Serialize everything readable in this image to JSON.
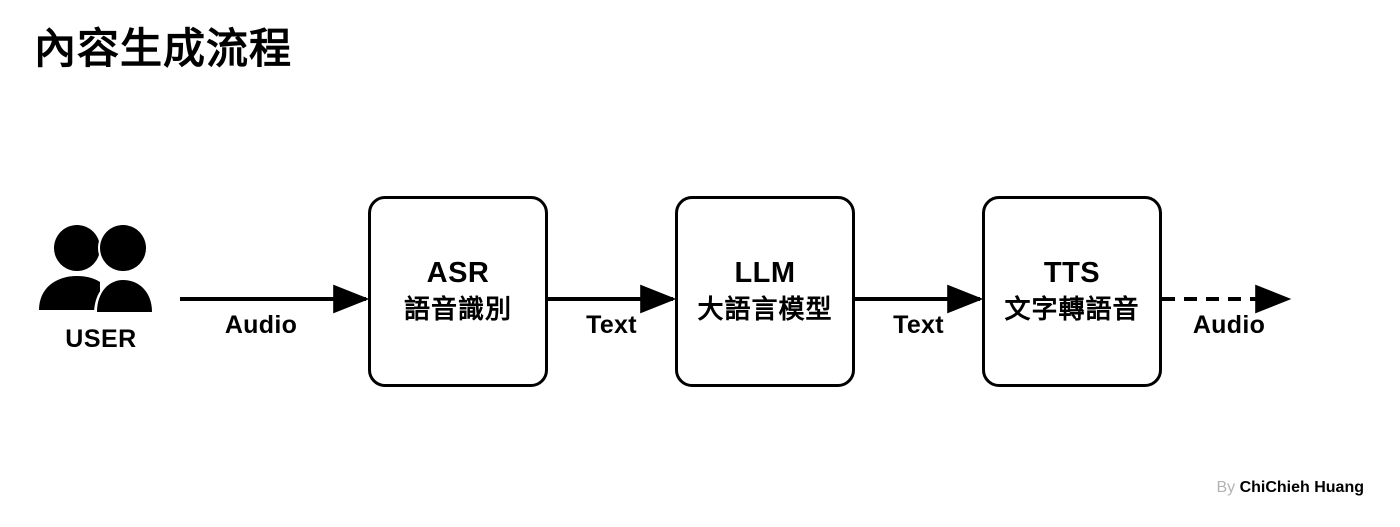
{
  "page": {
    "title": "內容生成流程",
    "background_color": "#ffffff",
    "stroke_color": "#000000"
  },
  "diagram": {
    "type": "flowchart",
    "orientation": "left-to-right",
    "source": {
      "icon": "users-icon",
      "label": "USER"
    },
    "nodes": [
      {
        "id": "asr",
        "abbr": "ASR",
        "zh": "語音識別",
        "shape": "rounded-rectangle"
      },
      {
        "id": "llm",
        "abbr": "LLM",
        "zh": "大語言模型",
        "shape": "rounded-rectangle"
      },
      {
        "id": "tts",
        "abbr": "TTS",
        "zh": "文字轉語音",
        "shape": "rounded-rectangle"
      }
    ],
    "edges": [
      {
        "id": "e1",
        "from": "user",
        "to": "asr",
        "label": "Audio",
        "style": "solid"
      },
      {
        "id": "e2",
        "from": "asr",
        "to": "llm",
        "label": "Text",
        "style": "solid"
      },
      {
        "id": "e3",
        "from": "llm",
        "to": "tts",
        "label": "Text",
        "style": "solid"
      },
      {
        "id": "e4",
        "from": "tts",
        "to": "output",
        "label": "Audio",
        "style": "dashed"
      }
    ]
  },
  "credit": {
    "prefix": "By",
    "name": "ChiChieh Huang",
    "prefix_color": "#b3b3b3"
  }
}
